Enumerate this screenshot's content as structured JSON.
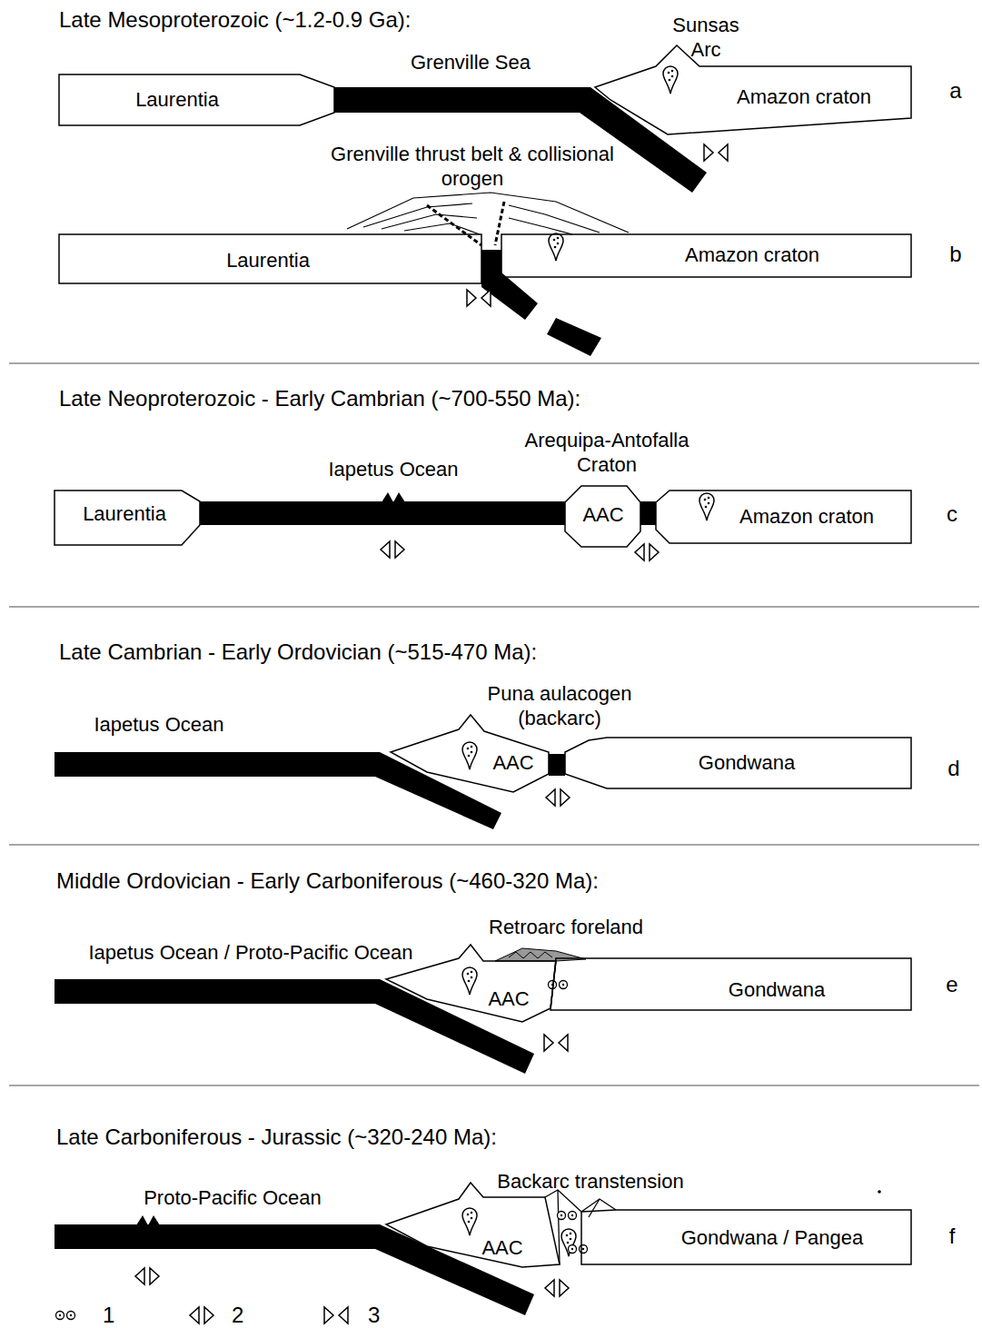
{
  "diagram": {
    "nodes": [
      {
        "text": [
          "Laurentia"
        ]
      },
      {
        "text": [
          "Amazon craton"
        ]
      },
      {
        "text": [
          "Laurentia"
        ]
      },
      {
        "text": [
          "Amazon craton"
        ]
      },
      {
        "text": [
          "Laurentia"
        ]
      },
      {
        "text": [
          "AAC"
        ]
      },
      {
        "text": [
          "Amazon craton"
        ]
      },
      {
        "text": [
          "AAC"
        ]
      },
      {
        "text": [
          "Gondwana"
        ]
      },
      {
        "text": [
          "AAC"
        ]
      },
      {
        "text": [
          "Gondwana"
        ]
      },
      {
        "text": [
          "AAC"
        ]
      },
      {
        "text": [
          "Gondwana / Pangea"
        ]
      }
    ],
    "edges": [],
    "labels": [
      "Late Mesoproterozoic (~1.2-0.9 Ga):",
      "Sunsas Arc",
      "Grenville Sea",
      "a",
      "Grenville thrust belt & collisional orogen",
      "b",
      "Late Neoproterozoic - Early Cambrian (~700-550 Ma):",
      "Arequipa-Antofalla Craton",
      "Iapetus Ocean",
      "c",
      "Late Cambrian - Early Ordovician (~515-470 Ma):",
      "Puna aulacogen (backarc)",
      "Iapetus Ocean",
      "d",
      "Middle Ordovician - Early Carboniferous (~460-320 Ma):",
      "Retroarc foreland",
      "Iapetus Ocean / Proto-Pacific Ocean",
      "e",
      "Late Carboniferous - Jurassic (~320-240 Ma):",
      "Proto-Pacific Ocean",
      "Backarc transtension",
      "f"
    ],
    "legend": [
      {
        "text": "1"
      },
      {
        "text": "2"
      },
      {
        "text": "3"
      }
    ]
  }
}
